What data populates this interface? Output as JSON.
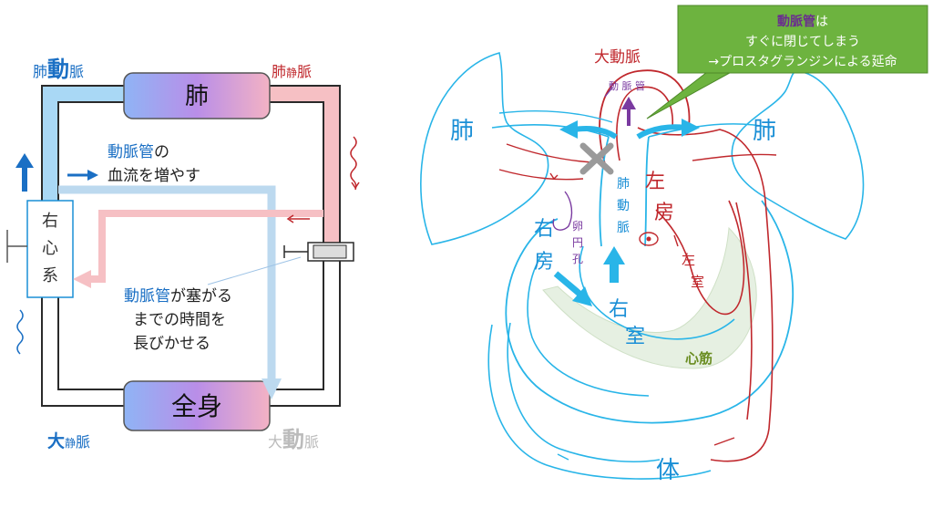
{
  "left": {
    "pulm_artery": {
      "pre": "肺",
      "big": "動",
      "post": "脈"
    },
    "pulm_vein": {
      "pre": "肺",
      "small": "静",
      "post": "脈"
    },
    "lung_box": "肺",
    "body_box": "全身",
    "vena_cava": {
      "big": "大",
      "small": "静",
      "post": "脈"
    },
    "aorta": {
      "pre": "大",
      "big": "動",
      "post": "脈"
    },
    "right_heart": [
      "右",
      "心",
      "系"
    ],
    "note1_line1": {
      "hl": "動脈管",
      "rest": "の"
    },
    "note1_line2": "血流を増やす",
    "note2_line1": {
      "hl": "動脈管",
      "rest": "が塞がる"
    },
    "note2_line2": "までの時間を",
    "note2_line3": "長びかせる"
  },
  "right": {
    "lung_left": "肺",
    "lung_right": "肺",
    "aorta": "大動脈",
    "ductus_small": "動 脈 管",
    "pa_vertical": [
      "肺",
      "動",
      "脈"
    ],
    "la": [
      "左",
      "房"
    ],
    "lv": [
      "左",
      "室"
    ],
    "ra": [
      "右",
      "房"
    ],
    "rv": [
      "右",
      "室"
    ],
    "foramen": [
      "卵",
      "円",
      "孔"
    ],
    "myocardium": "心筋",
    "body": "体"
  },
  "callout": {
    "hl": "動脈管",
    "rest": "は",
    "line2": "すぐに閉じてしまう",
    "line3": "→プロスタグランジンによる延命"
  },
  "colors": {
    "blue": "#1a8fd6",
    "red": "#c0282d",
    "purple": "#7a3aa0",
    "callout_bg": "#6db33f",
    "pale_blue": "#bcd9ef",
    "pale_red": "#f6c0c4"
  }
}
